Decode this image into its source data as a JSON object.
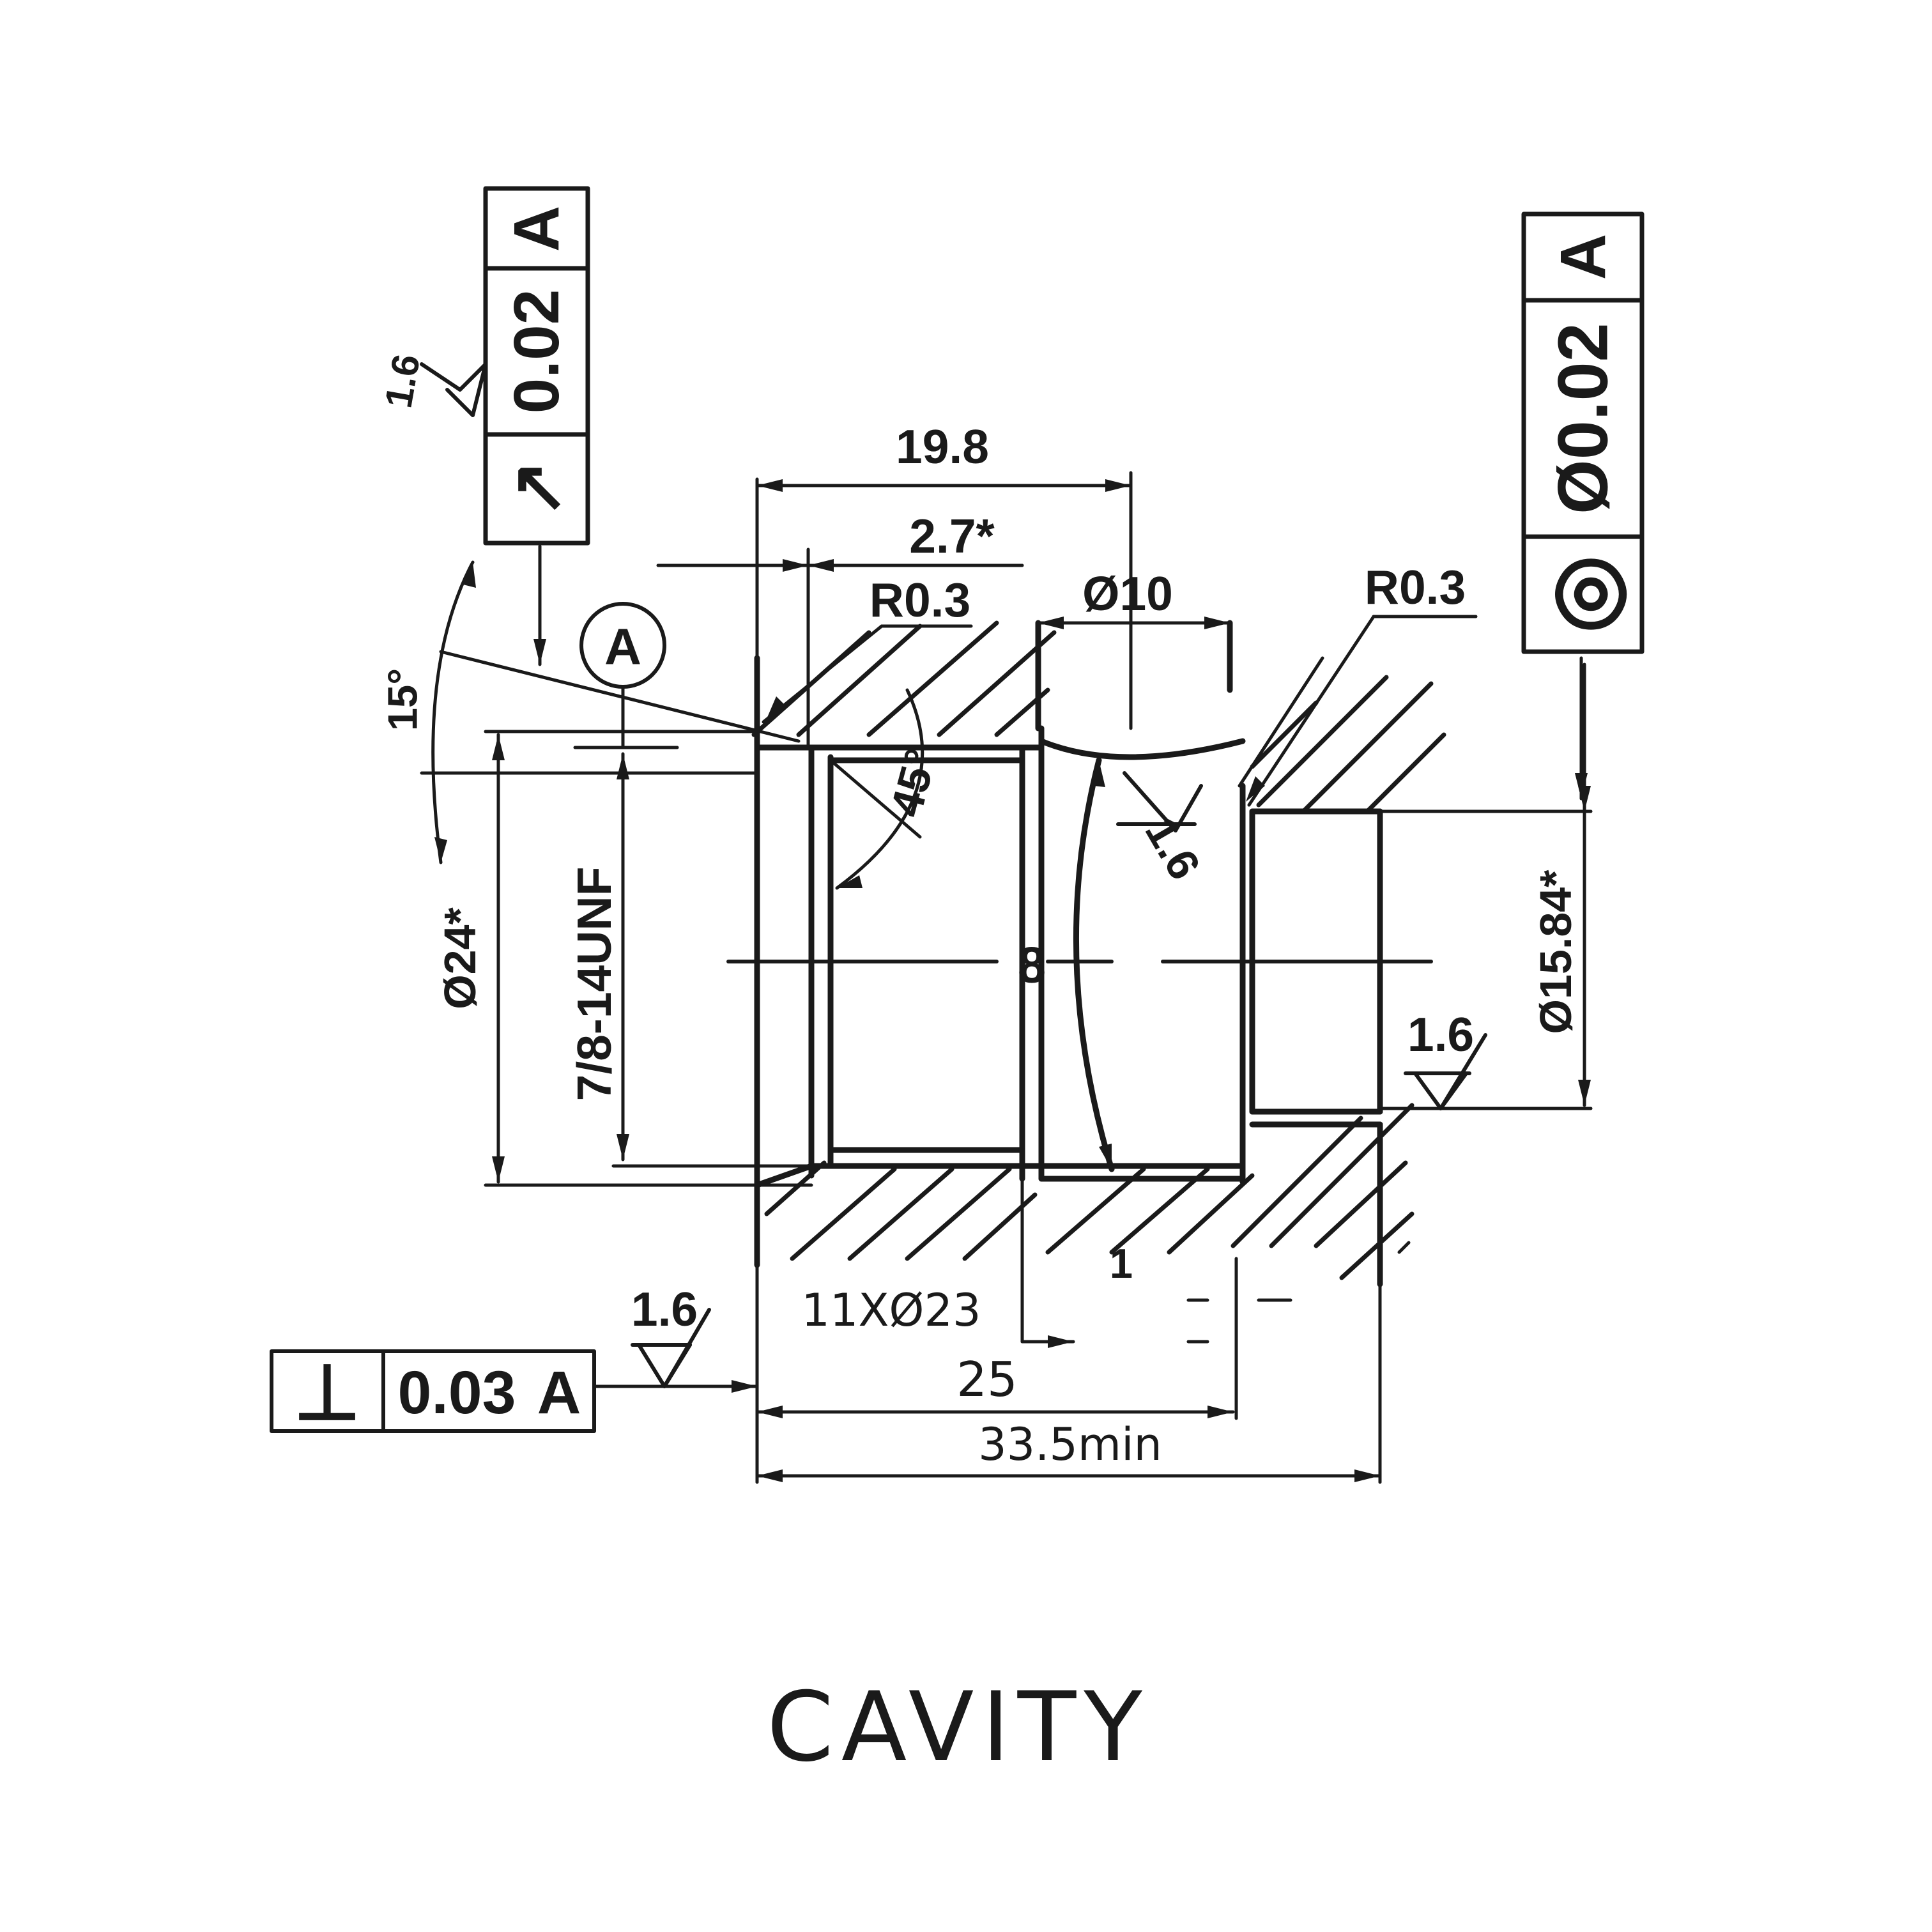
{
  "title": "CAVITY",
  "frames": {
    "left": {
      "symbol": "↗",
      "tolerance": "0.02",
      "datum": "A"
    },
    "right": {
      "symbol": "◎",
      "tolerance": "Ø0.02",
      "datum": "A"
    },
    "bottom": {
      "symbol": "⊥",
      "tolerance": "0.03",
      "datum": "A"
    }
  },
  "datum_label": "A",
  "dimensions": {
    "length_19_8": "19.8",
    "depth_2_7": "2.7*",
    "radius_left": "R0.3",
    "radius_right": "R0.3",
    "dia_10": "Ø10",
    "angle_15": "15°",
    "angle_45": "45°",
    "dia_24": "Ø24*",
    "thread": "7/8-14UNF",
    "dia_15_84": "Ø15.84*",
    "flat_8": "8",
    "length_25": "25",
    "length_33_5": "33.5min",
    "note_holes": "11XØ23",
    "small_1": "1"
  },
  "roughness": {
    "top_left": "1.6",
    "center": "1.6",
    "right": "1.6",
    "bottom": "1.6"
  }
}
